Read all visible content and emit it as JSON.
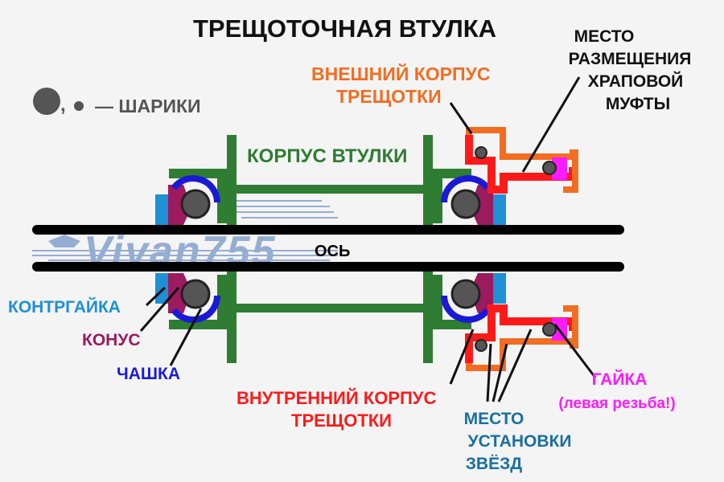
{
  "title": "ТРЕЩОТОЧНАЯ ВТУЛКА",
  "watermark": "Vivan755",
  "labels": {
    "balls": "— ШАРИКИ",
    "balls_comma": ",",
    "hub_body": "КОРПУС ВТУЛКИ",
    "axle": "ОСЬ",
    "outer_1": "ВНЕШНИЙ КОРПУС",
    "outer_2": "ТРЕЩОТКИ",
    "clutch_1": "МЕСТО",
    "clutch_2": "РАЗМЕЩЕНИЯ",
    "clutch_3": "ХРАПОВОЙ",
    "clutch_4": "МУФТЫ",
    "locknut": "КОНТРГАЙКА",
    "cone": "КОНУС",
    "cup": "ЧАШКА",
    "inner_1": "ВНУТРЕННИЙ КОРПУС",
    "inner_2": "ТРЕЩОТКИ",
    "nut_1": "ГАЙКА",
    "nut_2": "(левая резьба!)",
    "stars_1": "МЕСТО",
    "stars_2": "УСТАНОВКИ",
    "stars_3": "ЗВЁЗД"
  },
  "colors": {
    "background": "#f4f4f4",
    "title": "#111111",
    "hub_body": "#2e7d32",
    "axle": "#000000",
    "outer_shell": "#f26d21",
    "inner_shell": "#ff1a1a",
    "locknut": "#1e90d6",
    "cone": "#9c1a5e",
    "cup": "#1a1ad6",
    "nut": "#ff1aff",
    "stars": "#1a6fa0",
    "ball": "#555555",
    "balls_label": "#555555",
    "watermark": "#4a74b8"
  },
  "icons": [
    "ball-large-icon",
    "ball-small-icon"
  ]
}
